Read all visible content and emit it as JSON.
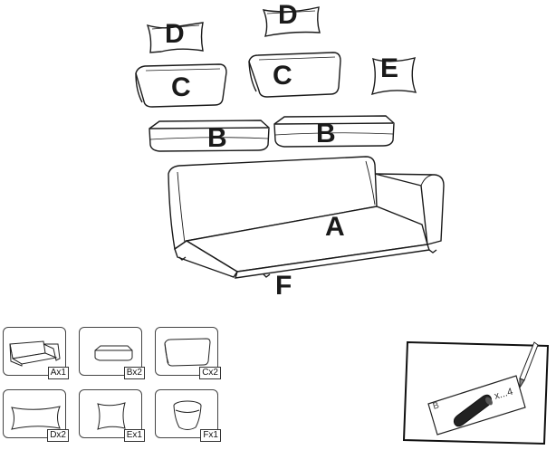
{
  "assembly_letters": {
    "d_left": "D",
    "d_right": "D",
    "c_left": "C",
    "c_right": "C",
    "e": "E",
    "b_left": "B",
    "b_right": "B",
    "a": "A",
    "f": "F"
  },
  "parts": [
    {
      "id": "A",
      "qty": "Ax1",
      "icon": "sofa-base-icon"
    },
    {
      "id": "B",
      "qty": "Bx2",
      "icon": "seat-cushion-icon"
    },
    {
      "id": "C",
      "qty": "Cx2",
      "icon": "back-cushion-icon"
    },
    {
      "id": "D",
      "qty": "Dx2",
      "icon": "long-pillow-icon"
    },
    {
      "id": "E",
      "qty": "Ex1",
      "icon": "square-pillow-icon"
    },
    {
      "id": "F",
      "qty": "Fx1",
      "icon": "leg-icon"
    }
  ],
  "tip_card": {
    "label_letter": "B",
    "label_mark": "x...4"
  }
}
